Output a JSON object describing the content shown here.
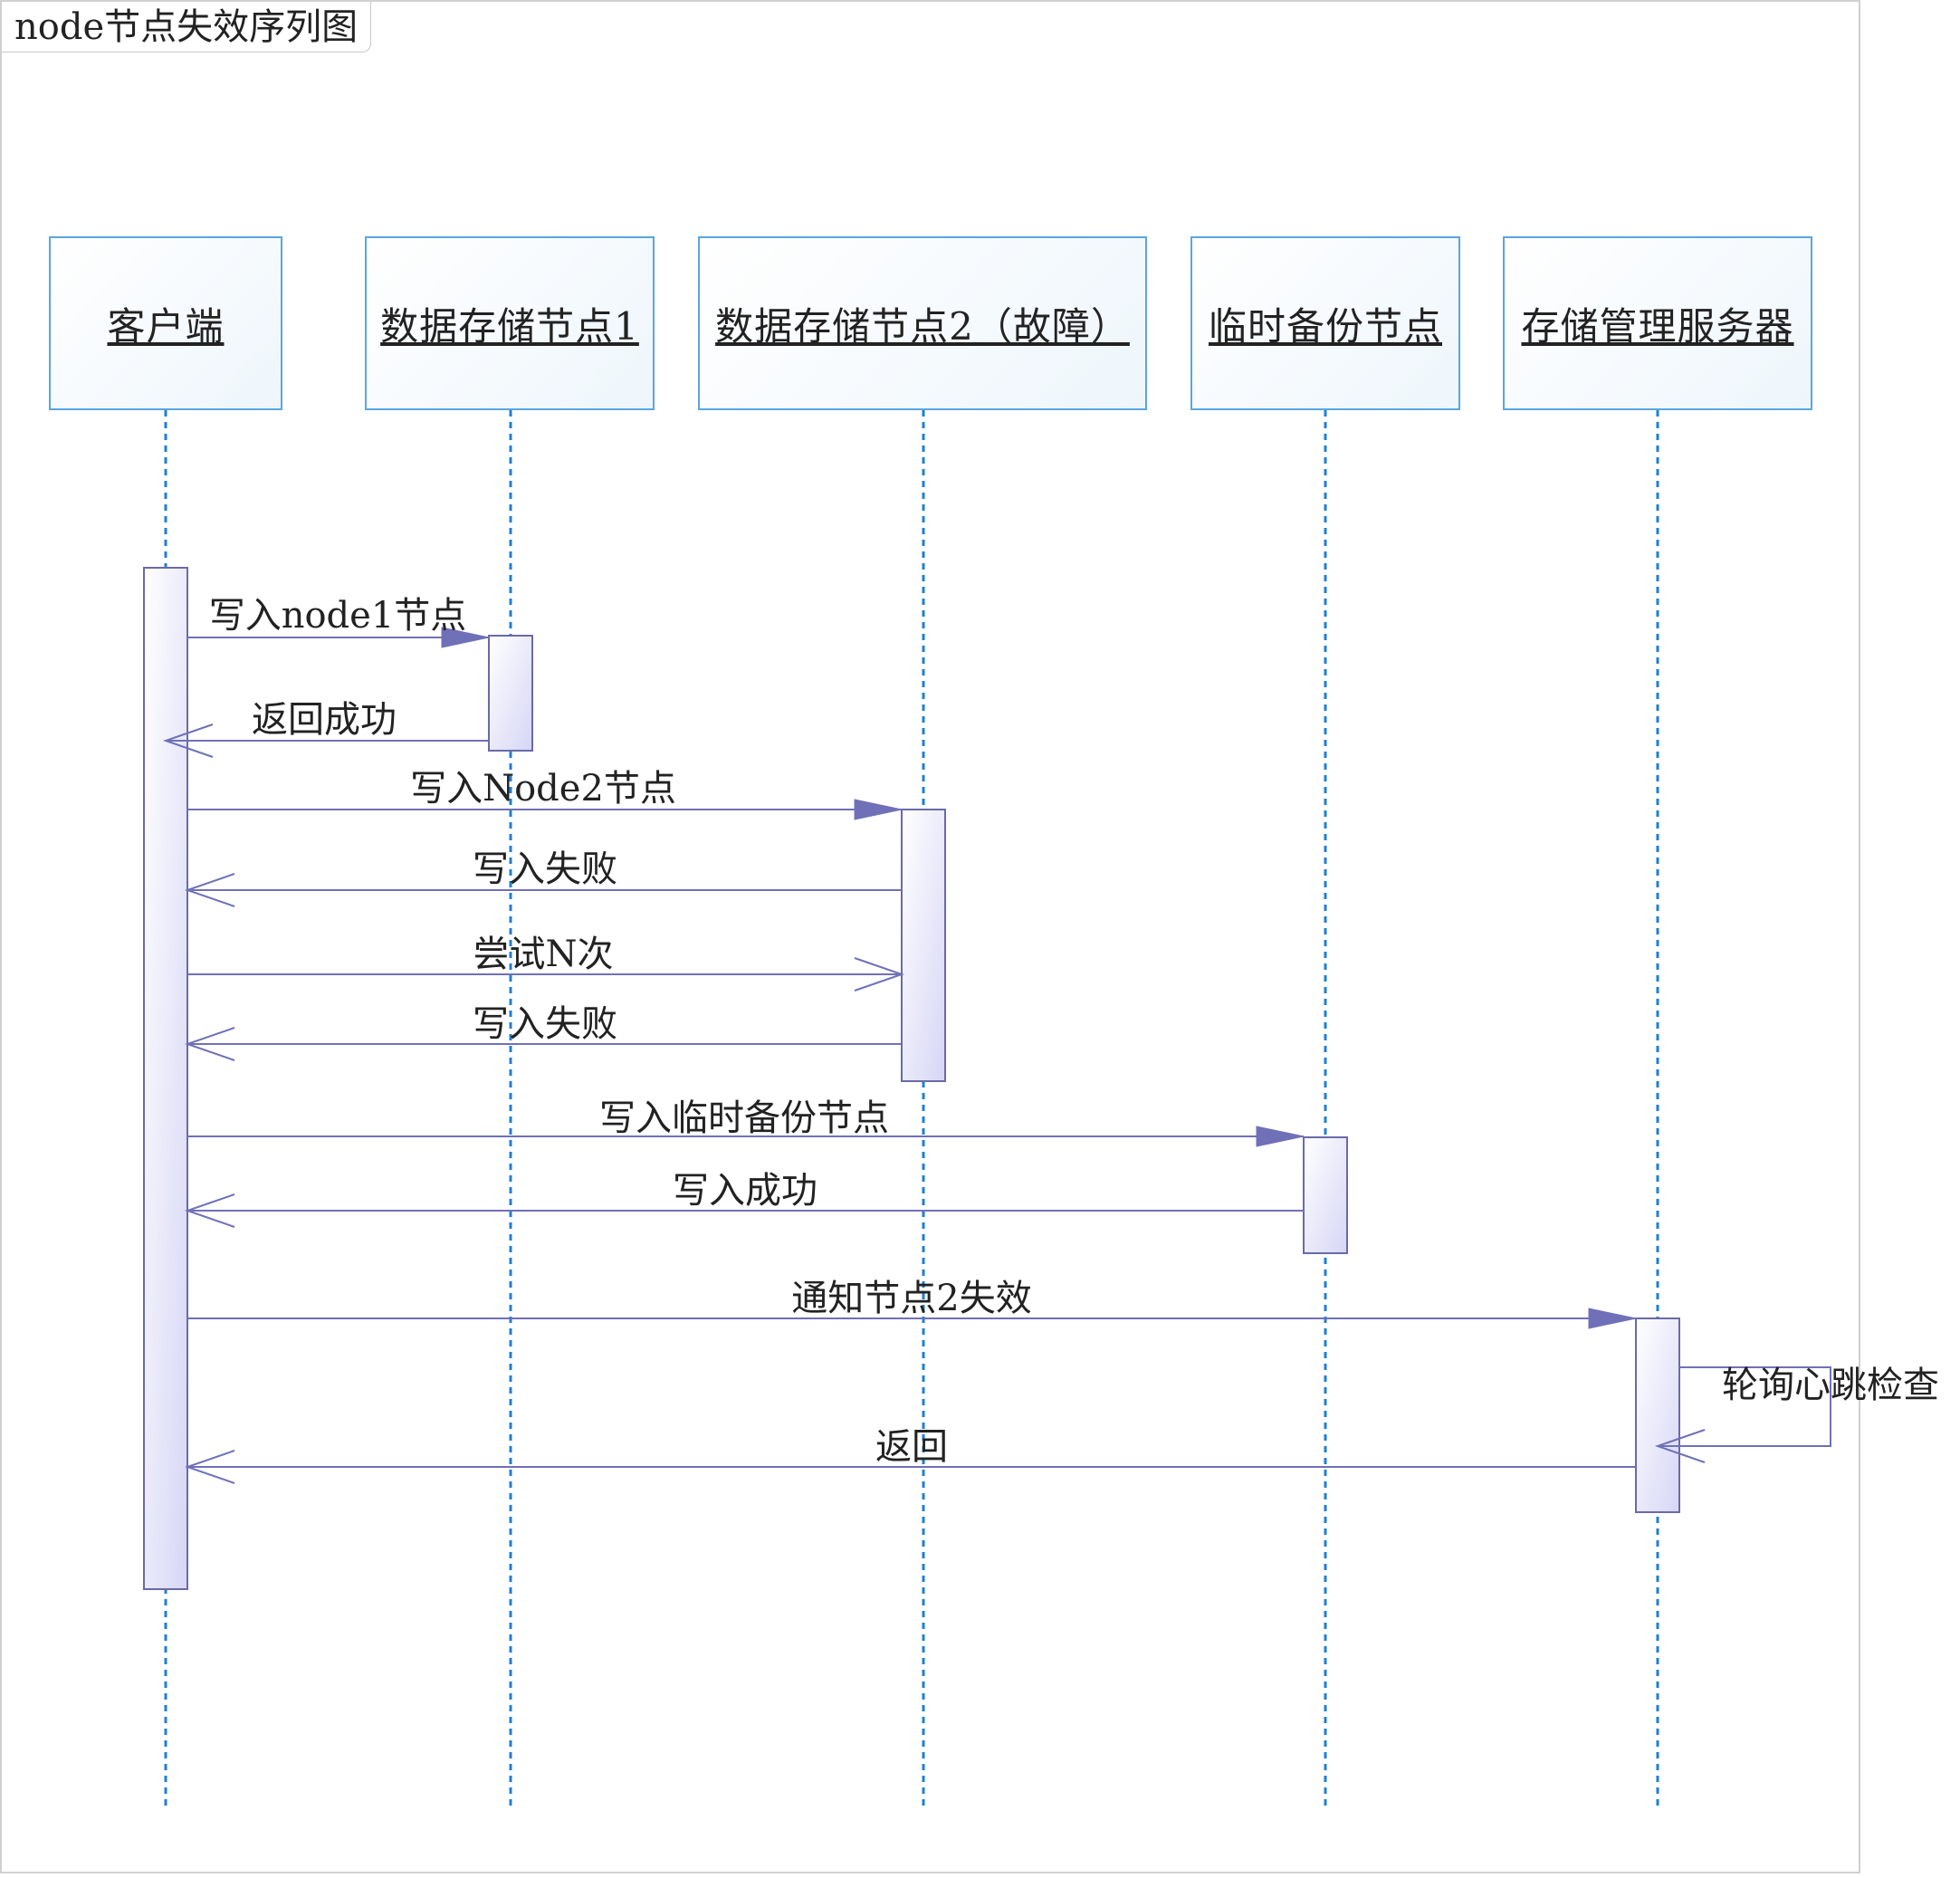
{
  "diagram": {
    "title": "node节点失效序列图",
    "participants": [
      {
        "id": "client",
        "label": "客户端"
      },
      {
        "id": "node1",
        "label": "数据存储节点1"
      },
      {
        "id": "node2",
        "label": "数据存储节点2（故障）"
      },
      {
        "id": "backup",
        "label": "临时备份节点"
      },
      {
        "id": "manager",
        "label": "存储管理服务器"
      }
    ],
    "messages": [
      {
        "from": "client",
        "to": "node1",
        "kind": "sync",
        "label": "写入node1节点"
      },
      {
        "from": "node1",
        "to": "client",
        "kind": "return",
        "label": "返回成功"
      },
      {
        "from": "client",
        "to": "node2",
        "kind": "sync",
        "label": "写入Node2节点"
      },
      {
        "from": "node2",
        "to": "client",
        "kind": "return",
        "label": "写入失败"
      },
      {
        "from": "client",
        "to": "node2",
        "kind": "async",
        "label": "尝试N次"
      },
      {
        "from": "node2",
        "to": "client",
        "kind": "return",
        "label": "写入失败"
      },
      {
        "from": "client",
        "to": "backup",
        "kind": "sync",
        "label": "写入临时备份节点"
      },
      {
        "from": "backup",
        "to": "client",
        "kind": "return",
        "label": "写入成功"
      },
      {
        "from": "client",
        "to": "manager",
        "kind": "sync",
        "label": "通知节点2失效"
      },
      {
        "from": "manager",
        "to": "manager",
        "kind": "self",
        "label": "轮询心跳检查"
      },
      {
        "from": "manager",
        "to": "client",
        "kind": "return",
        "label": "返回"
      }
    ],
    "colors": {
      "lifeline": "#1e7fd8",
      "head_border": "#5aa6e0",
      "activation_border": "#6a6aa8",
      "activation_fill": "#dcdcf8",
      "arrow": "#7070b8",
      "text": "#222222"
    }
  }
}
